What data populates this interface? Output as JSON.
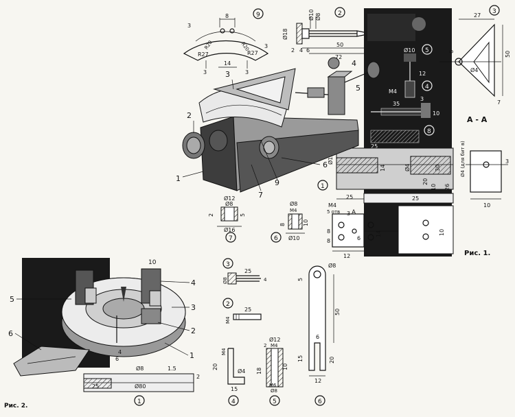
{
  "figures": {
    "fig1": {
      "caption": "Рис. 1.",
      "callouts": [
        "1",
        "2",
        "3",
        "4",
        "5",
        "6",
        "7",
        "9"
      ],
      "section_label": "А - А",
      "section_mark": "А"
    },
    "fig2": {
      "caption": "Рис. 2.",
      "callouts": [
        "1",
        "2",
        "3",
        "4",
        "5",
        "6"
      ]
    }
  },
  "detail9": {
    "num": "9",
    "dims": [
      "8",
      "3",
      "14",
      "3",
      "3",
      "R27",
      "R20",
      "R20",
      "R27",
      "3"
    ]
  },
  "detail2": {
    "num": "2",
    "dims": [
      "Ø10",
      "Ø8",
      "Ø18",
      "2",
      "4",
      "6",
      "50",
      "72"
    ]
  },
  "detail3": {
    "num": "3",
    "dims": [
      "27",
      "50",
      "Ø4",
      "6",
      "7"
    ]
  },
  "photo_labels": {
    "parts": [
      "5",
      "4",
      "8"
    ],
    "dims": [
      "Ø10",
      "12",
      "М4",
      "35",
      "3",
      "10",
      "25"
    ]
  },
  "detail1": {
    "num": "1",
    "dims": [
      "Ø12",
      "14",
      "Ø4",
      "30",
      "20",
      "10",
      "26",
      "25",
      "25",
      "10"
    ],
    "section_dims": [
      "Ø4 (для бит в)",
      "3",
      "10"
    ]
  },
  "detail7": {
    "num": "7",
    "dims": [
      "Ø12",
      "Ø8",
      "2",
      "5",
      "Ø16"
    ]
  },
  "detail6": {
    "num": "6",
    "dims": [
      "Ø8",
      "М4",
      "8",
      "10",
      "Ø10"
    ]
  },
  "detail5plate": {
    "dims": [
      "М4",
      "5 отв",
      "3",
      "8",
      "8",
      "6",
      "14",
      "12"
    ]
  },
  "fig2_details": {
    "d1": {
      "num": "1",
      "dims": [
        "Ø8",
        "1.5",
        "2",
        "25",
        "Ø80"
      ]
    },
    "d2": {
      "num": "2",
      "dims": [
        "М4",
        "25"
      ]
    },
    "d3": {
      "num": "3",
      "dims": [
        "Ø8",
        "25",
        "4"
      ]
    },
    "d4": {
      "num": "4",
      "dims": [
        "М4",
        "20",
        "Ø4",
        "15"
      ]
    },
    "d5": {
      "num": "5",
      "dims": [
        "Ø12",
        "М4",
        "2",
        "18",
        "10",
        "М6",
        "Ø8"
      ]
    },
    "d6": {
      "num": "6",
      "dims": [
        "Ø8",
        "5",
        "50",
        "6",
        "15",
        "20",
        "12"
      ]
    }
  },
  "photo_dims": [
    "10",
    "4",
    "6"
  ]
}
